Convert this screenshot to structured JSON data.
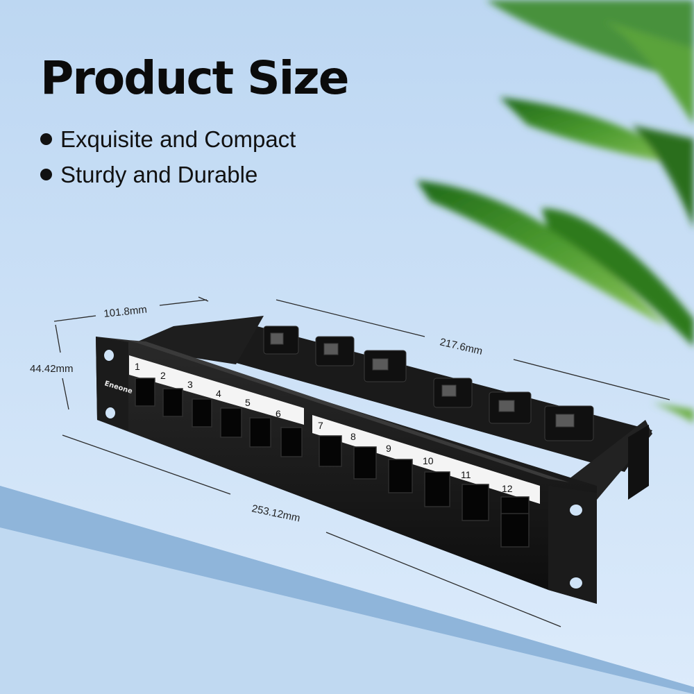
{
  "headline": "Product Size",
  "features": [
    "Exquisite and Compact",
    "Sturdy and Durable"
  ],
  "dimensions": {
    "depth": "101.8mm",
    "height": "44.42mm",
    "rear_width": "217.6mm",
    "width": "253.12mm"
  },
  "brand": "Eneone",
  "port_labels": [
    "1",
    "2",
    "3",
    "4",
    "5",
    "6",
    "7",
    "8",
    "9",
    "10",
    "11",
    "12"
  ],
  "colors": {
    "background": "#cfe3f7",
    "floor": "#9bbfe0",
    "panel": "#141414",
    "leaf": "#3f8f2a"
  }
}
